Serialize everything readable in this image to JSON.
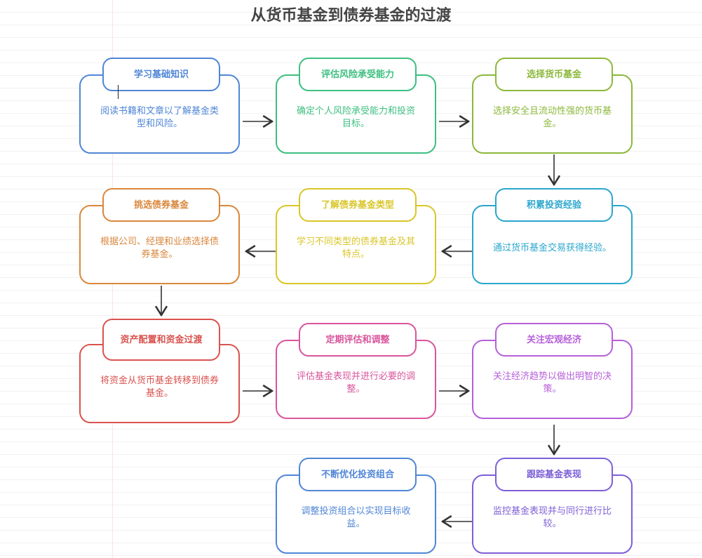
{
  "title": "从货币基金到债券基金的过渡",
  "nodes": [
    {
      "title": "学习基础知识",
      "text": "阅读书籍和文章以了解基金类型和风险。",
      "color": "#4f86d6"
    },
    {
      "title": "评估风险承受能力",
      "text": "确定个人风险承受能力和投资目标。",
      "color": "#3dbf80"
    },
    {
      "title": "选择货币基金",
      "text": "选择安全且流动性强的货币基金。",
      "color": "#8cb83c"
    },
    {
      "title": "积累投资经验",
      "text": "通过货币基金交易获得经验。",
      "color": "#2ba6cc"
    },
    {
      "title": "了解债券基金类型",
      "text": "学习不同类型的债券基金及其特点。",
      "color": "#d9c62a"
    },
    {
      "title": "挑选债券基金",
      "text": "根据公司、经理和业绩选择债券基金。",
      "color": "#d9873c"
    },
    {
      "title": "资产配置和资金过渡",
      "text": "将资金从货币基金转移到债券基金。",
      "color": "#d9534f"
    },
    {
      "title": "定期评估和调整",
      "text": "评估基金表现并进行必要的调整。",
      "color": "#d9559c"
    },
    {
      "title": "关注宏观经济",
      "text": "关注经济趋势以做出明智的决策。",
      "color": "#b660d9"
    },
    {
      "title": "跟踪基金表现",
      "text": "监控基金表现并与同行进行比较。",
      "color": "#7d5fd6"
    },
    {
      "title": "不断优化投资组合",
      "text": "调整投资组合以实现目标收益。",
      "color": "#4f86d6"
    }
  ]
}
